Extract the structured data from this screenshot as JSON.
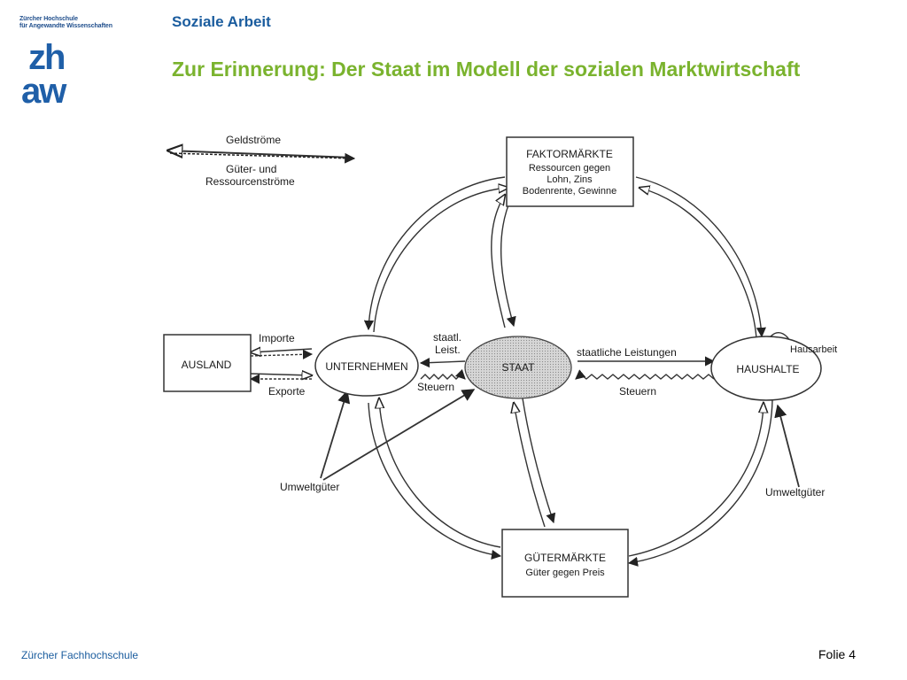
{
  "branding": {
    "institution_line1": "Zürcher Hochschule",
    "institution_line2": "für Angewandte Wissenschaften",
    "logo_text_top": "zh",
    "logo_text_bottom": "aw",
    "colors": {
      "brand_blue": "#1a5c9e",
      "title_green": "#7ab32e"
    }
  },
  "header": {
    "section": "Soziale Arbeit"
  },
  "slide": {
    "title": "Zur Erinnerung: Der Staat im Modell der sozialen Marktwirtschaft"
  },
  "legend": {
    "money_flows": "Geldströme",
    "goods_flows_1": "Güter- und",
    "goods_flows_2": "Ressourcenströme"
  },
  "nodes": {
    "factor_markets": {
      "title": "FAKTORMÄRKTE",
      "line1": "Ressourcen gegen",
      "line2": "Lohn, Zins",
      "line3": "Bodenrente, Gewinne"
    },
    "goods_markets": {
      "title": "GÜTERMÄRKTE",
      "line1": "Güter gegen Preis"
    },
    "foreign": {
      "title": "AUSLAND"
    },
    "companies": {
      "title": "UNTERNEHMEN"
    },
    "state": {
      "title": "STAAT"
    },
    "households": {
      "title": "HAUSHALTE"
    }
  },
  "flow_labels": {
    "imports": "Importe",
    "exports": "Exporte",
    "state_services_short_1": "staatl.",
    "state_services_short_2": "Leist.",
    "taxes_companies": "Steuern",
    "state_services": "staatliche Leistungen",
    "taxes_households": "Steuern",
    "housework": "Hausarbeit",
    "env_goods_left": "Umweltgüter",
    "env_goods_right": "Umweltgüter"
  },
  "footer": {
    "institution": "Zürcher Fachhochschule",
    "page": "Folie 4"
  }
}
